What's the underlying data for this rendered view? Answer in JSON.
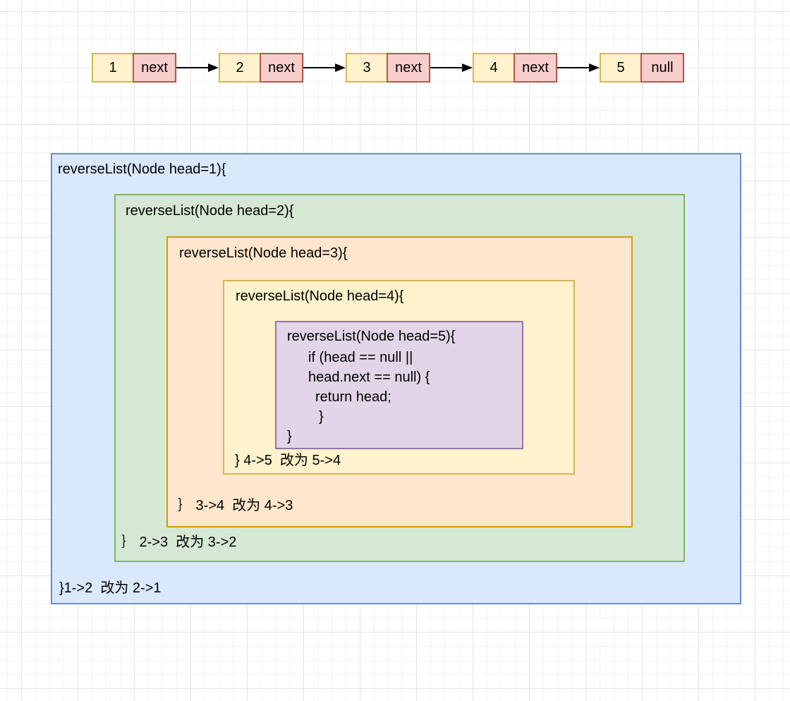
{
  "linked_list": {
    "arrow_color": "#000000",
    "node_value_fill": "#fff2cc",
    "node_value_border": "#d6b656",
    "node_pointer_fill": "#f8cecc",
    "node_pointer_border": "#b85450",
    "nodes": [
      {
        "value": "1",
        "pointer": "next"
      },
      {
        "value": "2",
        "pointer": "next"
      },
      {
        "value": "3",
        "pointer": "next"
      },
      {
        "value": "4",
        "pointer": "next"
      },
      {
        "value": "5",
        "pointer": "null"
      }
    ]
  },
  "recursion_frames": [
    {
      "header": "reverseList(Node head=1){",
      "footer": "}1->2  改为 2->1",
      "fill": "#dae8fc",
      "border": "#6c8ebf"
    },
    {
      "header": "reverseList(Node head=2){",
      "footer": "｝ 2->3  改为 3->2",
      "fill": "#d5e8d4",
      "border": "#82b366"
    },
    {
      "header": "reverseList(Node head=3){",
      "footer": "｝ 3->4  改为 4->3",
      "fill": "#ffe6cc",
      "border": "#d79b00"
    },
    {
      "header": "reverseList(Node head=4){",
      "footer": "} 4->5  改为 5->4",
      "fill": "#fff2cc",
      "border": "#d6b656"
    },
    {
      "header": "reverseList(Node head=5){",
      "fill": "#e1d5e7",
      "border": "#9673a6",
      "body_lines": [
        "if (head == null ||",
        "head.next == null) {",
        "return head;",
        "}",
        "}"
      ]
    }
  ]
}
